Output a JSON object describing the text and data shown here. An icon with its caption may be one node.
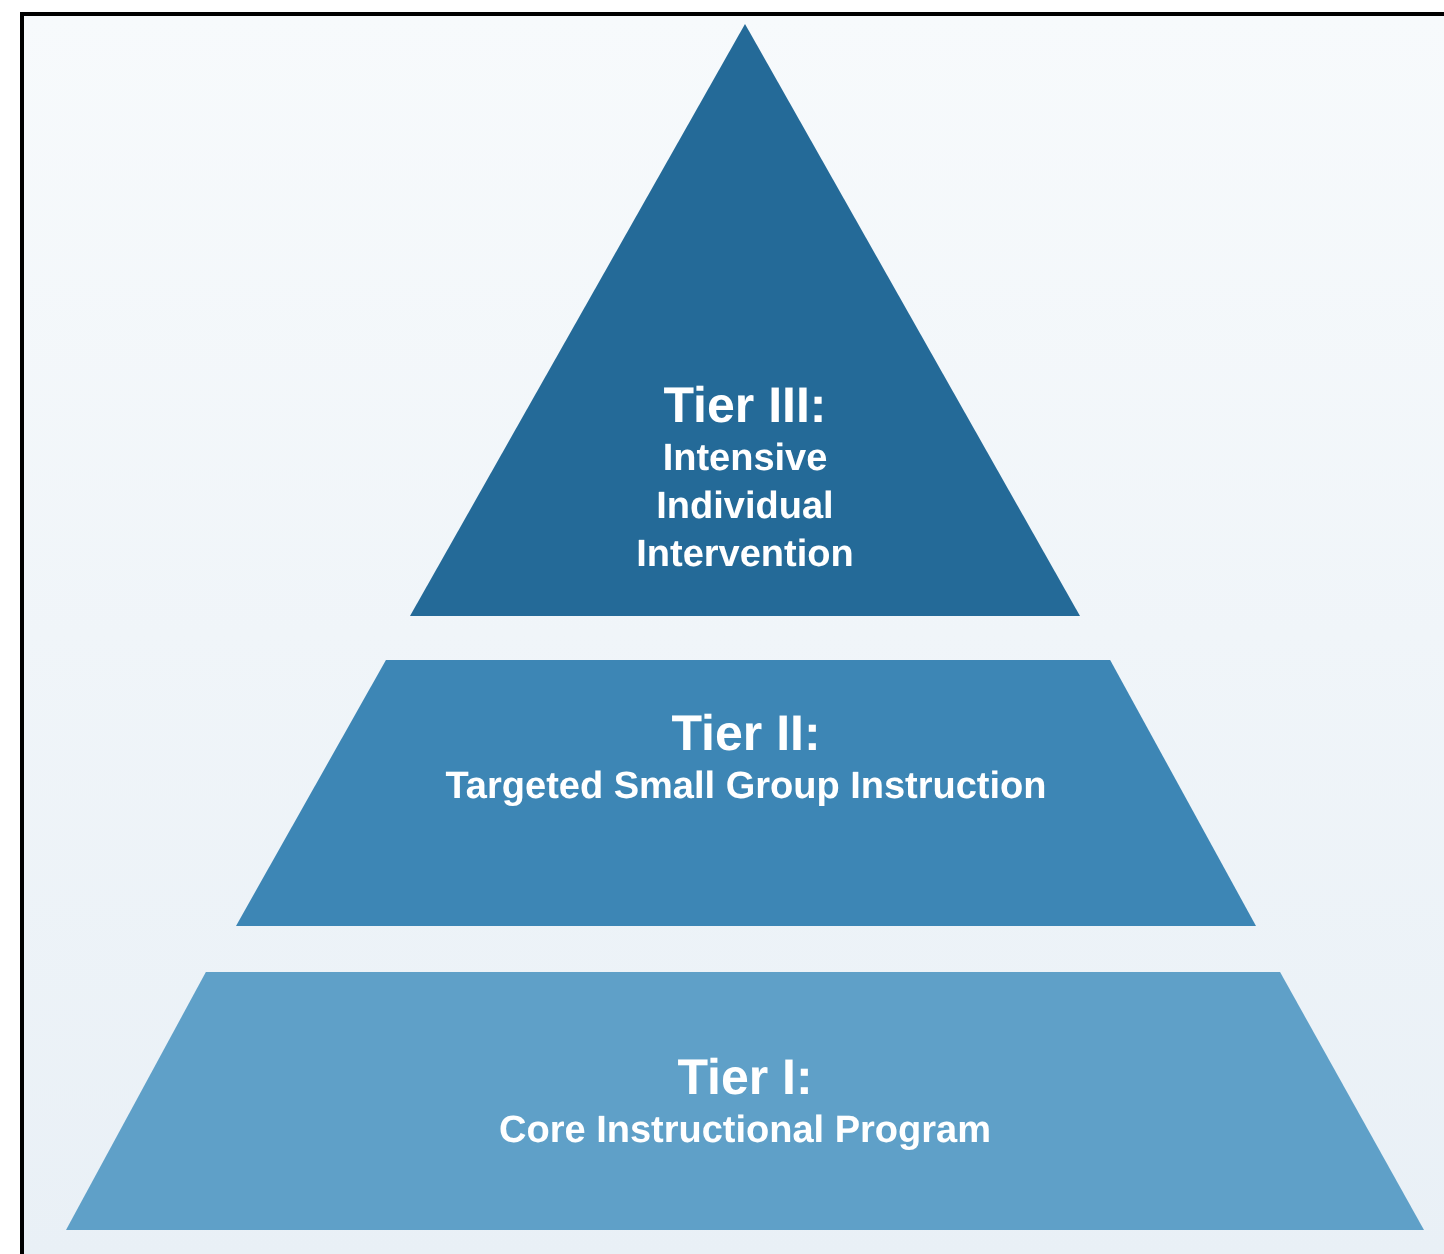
{
  "diagram": {
    "nodes": [
      {
        "text": [
          "Tier III:",
          "Intensive Individual Intervention"
        ]
      },
      {
        "text": [
          "Tier II:",
          "Targeted Small Group Instruction"
        ]
      },
      {
        "text": [
          "Tier I:",
          "Core Instructional Program"
        ]
      }
    ]
  }
}
